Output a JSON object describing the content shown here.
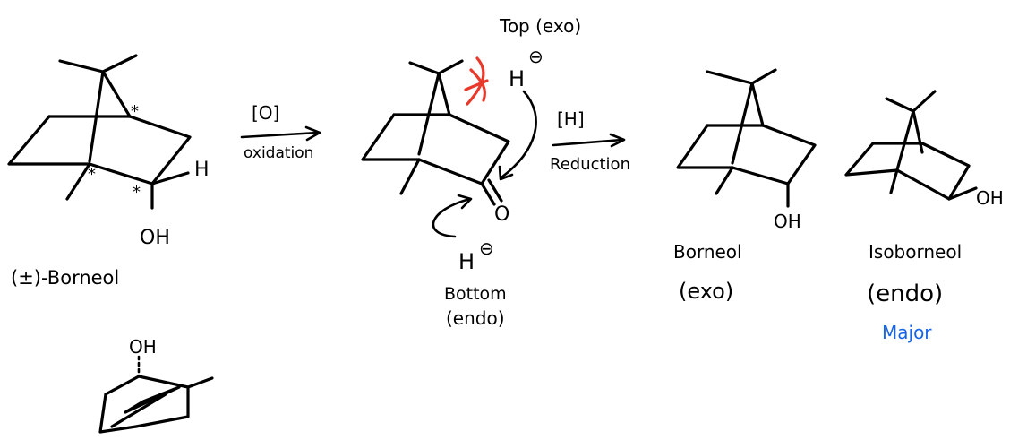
{
  "colors": {
    "ink": "#000000",
    "steric_clash": "#e8392b",
    "major_label": "#1565e8"
  },
  "labels": {
    "borneol_racemic": "(±)-Borneol",
    "oxidation_reagent": "[O]",
    "oxidation_word": "oxidation",
    "reduction_reagent": "[H]",
    "reduction_word": "Reduction",
    "top_attack": "Top (exo)",
    "bottom_attack_1": "Bottom",
    "bottom_attack_2": "(endo)",
    "hydride_top": "H",
    "hydride_bottom": "H",
    "hydride_charge": "⊖",
    "ketone_oxygen": "O",
    "hydrogen": "H",
    "hydroxyl_1": "OH",
    "hydroxyl_2": "OH",
    "hydroxyl_3": "OH",
    "hydroxyl_4": "OH",
    "stereo_marker": "*",
    "product_borneol": "Borneol",
    "product_borneol_face": "(exo)",
    "product_isoborneol": "Isoborneol",
    "product_isoborneol_face": "(endo)",
    "major_tag": "Major"
  }
}
